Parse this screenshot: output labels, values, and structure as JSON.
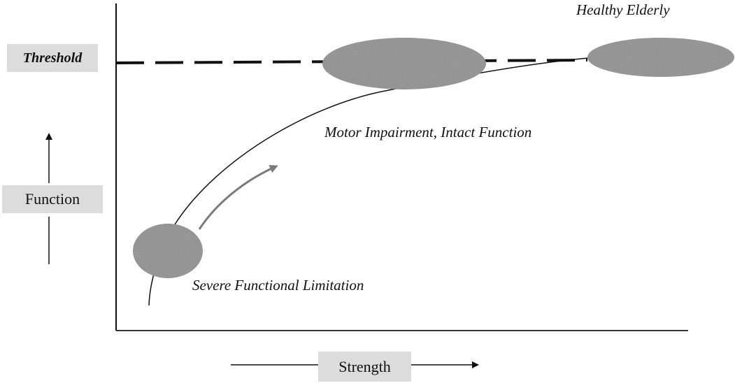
{
  "diagram": {
    "axis_labels": {
      "y": "Function",
      "x": "Strength",
      "threshold": "Threshold"
    },
    "states": [
      {
        "id": "severe",
        "label": "Severe Functional Limitation"
      },
      {
        "id": "motor",
        "label": "Motor Impairment, Intact Function"
      },
      {
        "id": "healthy",
        "label": "Healthy Elderly"
      }
    ],
    "colors": {
      "ellipse_fill": "#8f8f8f",
      "label_box": "#dcdcdc",
      "progress_arrow": "#7a7a7a",
      "lines": "#111111"
    }
  }
}
